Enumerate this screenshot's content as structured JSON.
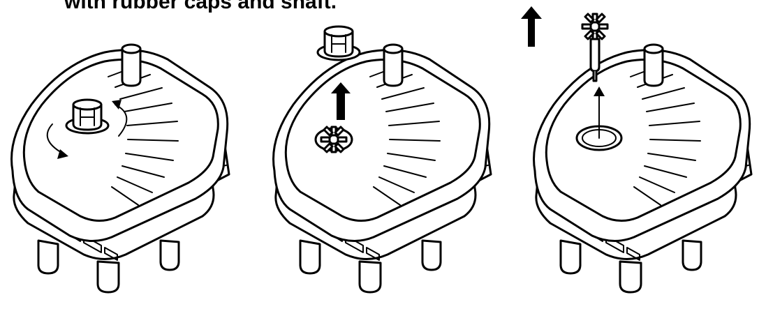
{
  "heading": {
    "text": "with rubber caps and shaft."
  },
  "steps": [
    {
      "id": "step-1",
      "action": "rotate-cover"
    },
    {
      "id": "step-2",
      "action": "lift-cover"
    },
    {
      "id": "step-3",
      "action": "lift-impeller"
    }
  ],
  "colors": {
    "line": "#000000",
    "fill": "#ffffff"
  }
}
